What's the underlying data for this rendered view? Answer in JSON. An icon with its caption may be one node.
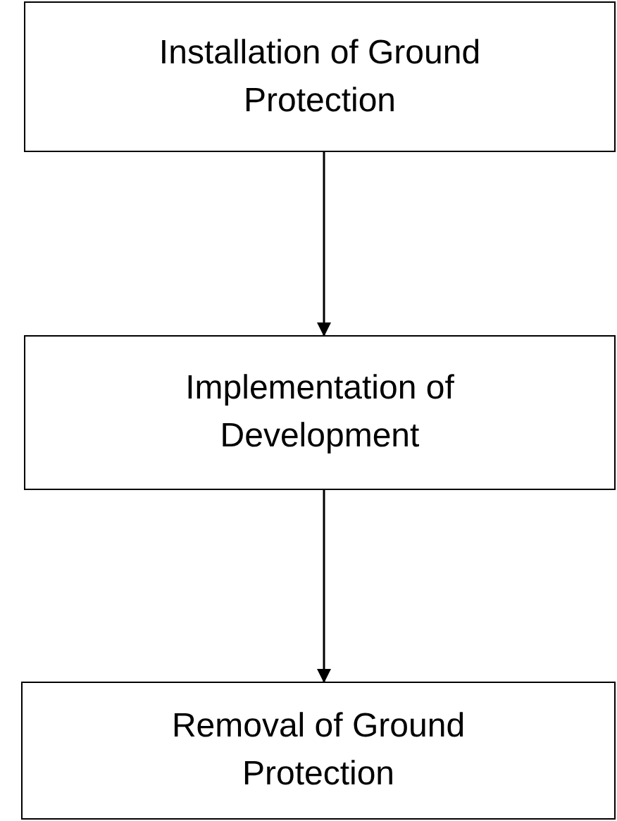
{
  "diagram": {
    "nodes": [
      {
        "text": [
          "Installation of Ground Protection"
        ]
      },
      {
        "text": [
          "Implementation of Development"
        ]
      },
      {
        "text": [
          "Removal of Ground Protection"
        ]
      }
    ],
    "edges": [
      {
        "from": 0,
        "to": 1,
        "arrow": "to"
      },
      {
        "from": 1,
        "to": 2,
        "arrow": "to"
      }
    ]
  }
}
